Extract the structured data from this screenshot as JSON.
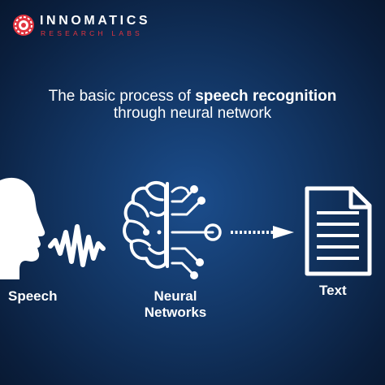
{
  "brand": {
    "name": "INNOMATICS",
    "subtitle": "RESEARCH LABS",
    "accent_color": "#e1343f",
    "logo_icon": "gear-logo-icon"
  },
  "title": {
    "line1_prefix": "The basic process of ",
    "line1_bold": "speech recognition",
    "line2": "through neural network"
  },
  "diagram": {
    "steps": [
      {
        "label": "Speech",
        "icon": "speaking-head-icon"
      },
      {
        "label_line1": "Neural",
        "label_line2": "Networks",
        "icon": "brain-circuit-icon"
      },
      {
        "label": "Text",
        "icon": "document-icon"
      }
    ],
    "connectors": [
      "sound-wave-icon",
      "dotted-arrow-icon"
    ]
  },
  "colors": {
    "background_center": "#1b4d8c",
    "background_edge": "#081830",
    "foreground": "#ffffff"
  }
}
